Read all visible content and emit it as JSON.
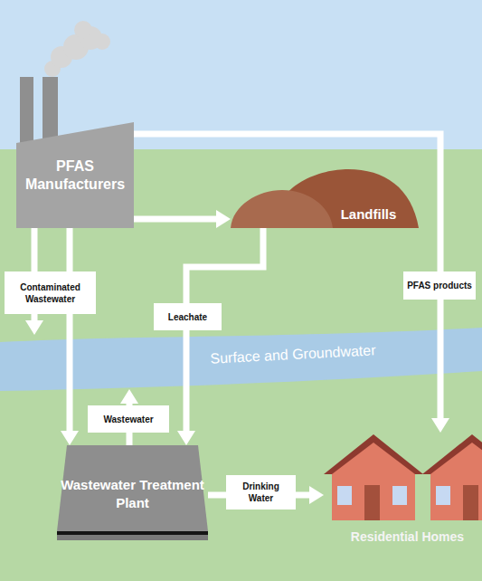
{
  "diagram": {
    "nodes": [
      {
        "text": [
          "PFAS Manufacturers"
        ]
      },
      {
        "text": [
          "Landfills"
        ]
      },
      {
        "text": [
          "Surface and Groundwater"
        ]
      },
      {
        "text": [
          "Wastewater Treatment Plant"
        ]
      },
      {
        "text": [
          "Residential Homes"
        ]
      }
    ],
    "edges": [
      {
        "from": 0,
        "to": 1,
        "arrow": "to"
      },
      {
        "from": 0,
        "to": 4,
        "label": "PFAS products",
        "arrow": "to"
      },
      {
        "from": 0,
        "to": 2,
        "label": "Contaminated Wastewater",
        "arrow": "to"
      },
      {
        "from": 0,
        "to": 3,
        "arrow": "to"
      },
      {
        "from": 1,
        "to": 3,
        "label": "Leachate",
        "arrow": "to"
      },
      {
        "from": 3,
        "to": 2,
        "label": "Wastewater",
        "arrow": "to"
      },
      {
        "from": 3,
        "to": 4,
        "label": "Drinking Water",
        "arrow": "to"
      }
    ]
  }
}
